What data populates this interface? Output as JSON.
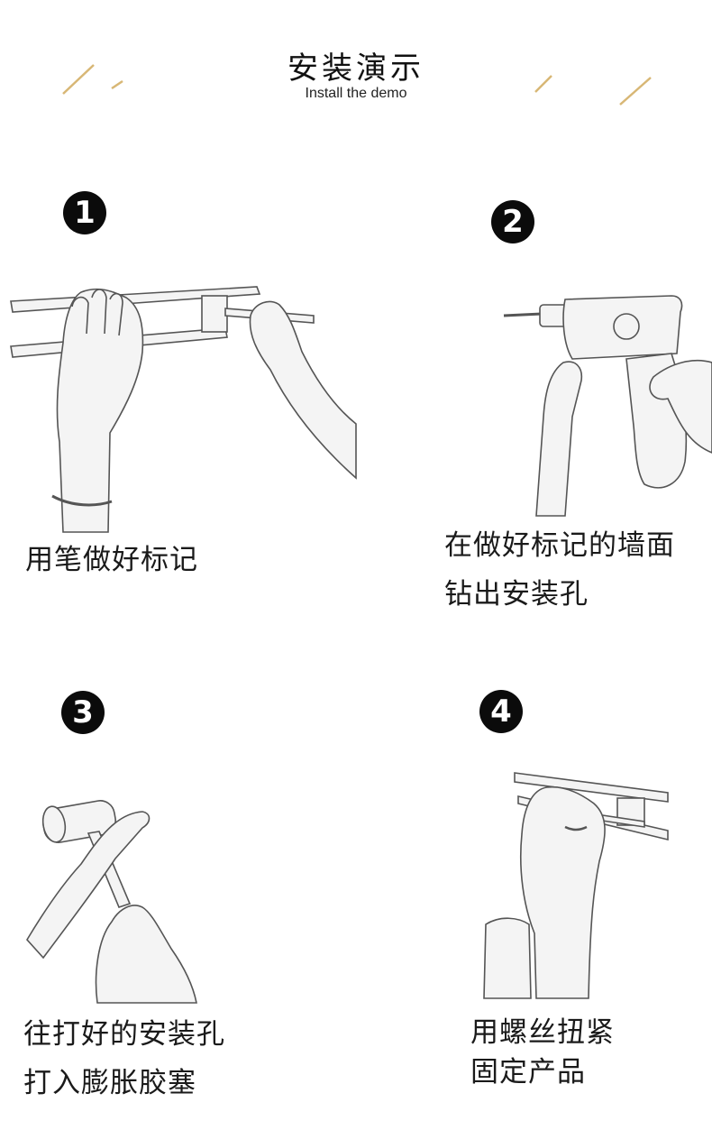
{
  "header": {
    "title": "安装演示",
    "subtitle": "Install the demo"
  },
  "accent_color": "#d8b775",
  "steps": [
    {
      "number": "1",
      "lines": [
        "用笔做好标记"
      ]
    },
    {
      "number": "2",
      "lines": [
        "在做好标记的墙面",
        "钻出安装孔"
      ]
    },
    {
      "number": "3",
      "lines": [
        "往打好的安装孔",
        "打入膨胀胶塞"
      ]
    },
    {
      "number": "4",
      "lines": [
        "用螺丝扭紧",
        "固定产品"
      ]
    }
  ]
}
